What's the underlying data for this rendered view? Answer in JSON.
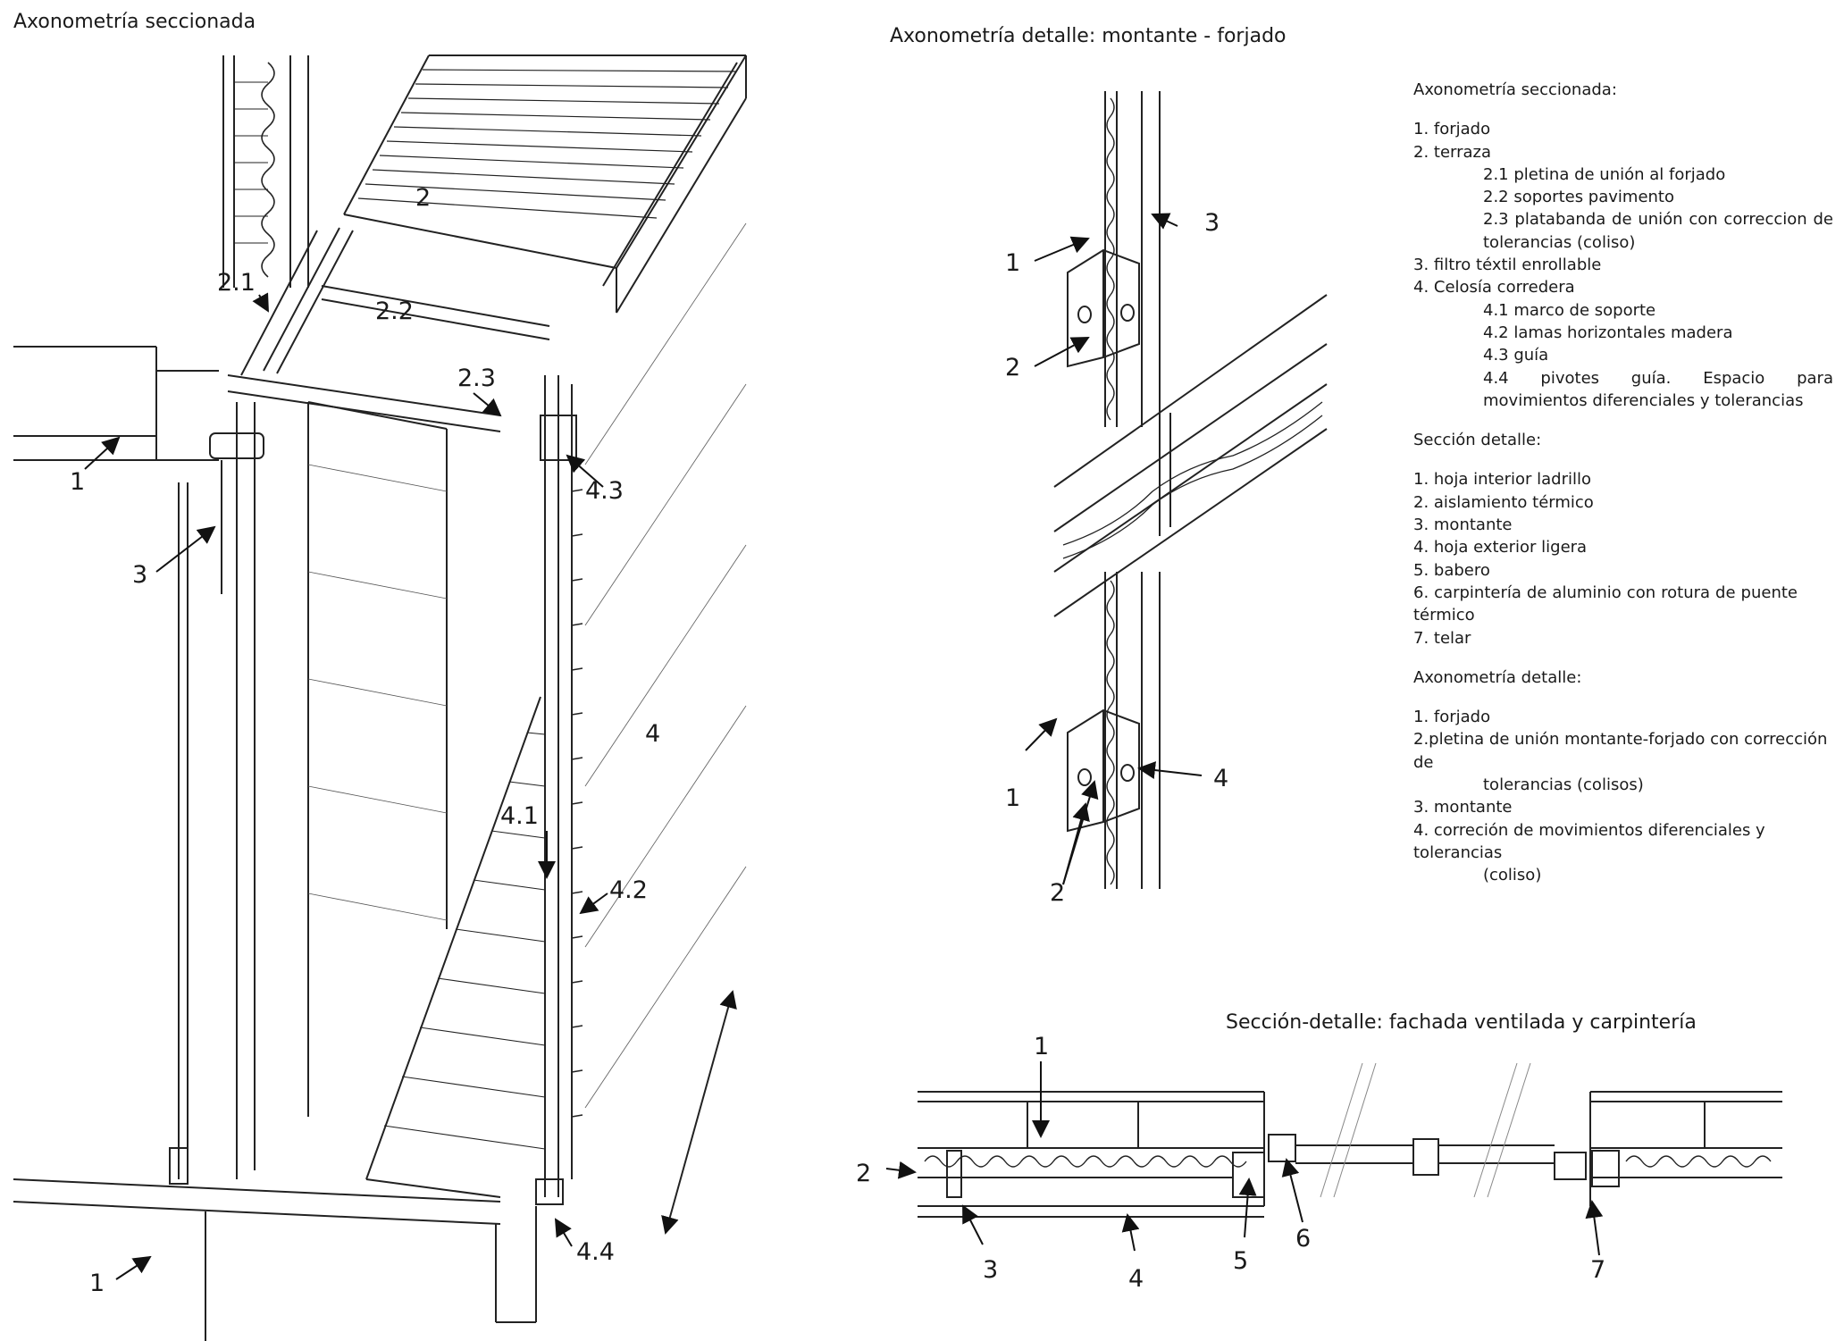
{
  "titles": {
    "axo_section": "Axonometría seccionada",
    "axo_detail": "Axonometría detalle: montante - forjado",
    "section_detail": "Sección-detalle: fachada ventilada y carpintería"
  },
  "legend": {
    "axo_section": {
      "heading": "Axonometría seccionada:",
      "items": [
        "1. forjado",
        "2. terraza",
        "2.1 pletina de unión al forjado",
        "2.2 soportes pavimento",
        "2.3 platabanda de unión con correccion de tolerancias (coliso)",
        "3. filtro téxtil enrollable",
        "4. Celosía corredera",
        "4.1 marco de soporte",
        "4.2 lamas horizontales madera",
        "4.3 guía",
        "4.4 pivotes guía. Espacio para movimientos diferenciales y tolerancias"
      ]
    },
    "section_detail": {
      "heading": "Sección detalle:",
      "items": [
        "1. hoja interior ladrillo",
        "2. aislamiento térmico",
        "3. montante",
        "4. hoja exterior ligera",
        "5. babero",
        "6. carpintería de aluminio con rotura de puente térmico",
        "7. telar"
      ]
    },
    "axo_detail": {
      "heading": "Axonometría detalle:",
      "items": [
        "1. forjado",
        "2.pletina de unión montante-forjado con corrección de",
        "tolerancias (colisos)",
        "3. montante",
        "4. correción de movimientos diferenciales y tolerancias",
        "(coliso)"
      ]
    }
  },
  "callouts": {
    "axo_section": [
      "1",
      "2",
      "2.1",
      "2.2",
      "2.3",
      "3",
      "4.3",
      "4",
      "4.1",
      "4.2",
      "4.4",
      "1"
    ],
    "axo_detail": [
      "1",
      "3",
      "2",
      "1",
      "2",
      "4"
    ],
    "section_detail": [
      "1",
      "2",
      "3",
      "4",
      "5",
      "6",
      "7"
    ]
  }
}
